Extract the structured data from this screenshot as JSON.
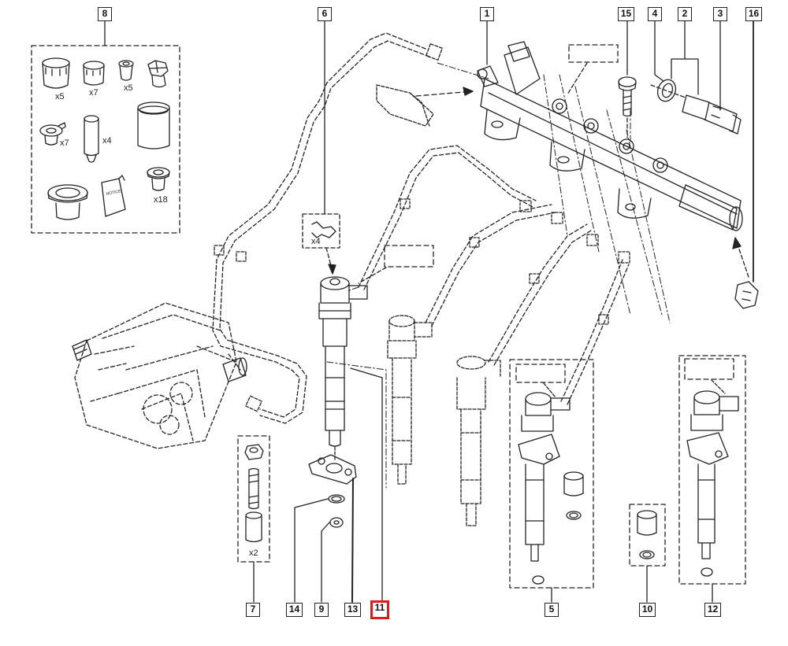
{
  "diagram": {
    "title": "Fuel injection system — common rail and injectors (exploded parts view)",
    "highlight_color": "#e01b1b",
    "line_color": "#222222",
    "selected_callout": "11",
    "callouts": [
      {
        "id": "1",
        "label": "1",
        "part": "fuel-rail"
      },
      {
        "id": "2",
        "label": "2",
        "part": "rail-pressure-sensor-set"
      },
      {
        "id": "3",
        "label": "3",
        "part": "rail-pressure-sensor"
      },
      {
        "id": "4",
        "label": "4",
        "part": "sensor-seal-washer"
      },
      {
        "id": "5",
        "label": "5",
        "part": "injector-kit-a"
      },
      {
        "id": "6",
        "label": "6",
        "part": "injector-retaining-clip"
      },
      {
        "id": "7",
        "label": "7",
        "part": "nut-stud-sleeve-kit"
      },
      {
        "id": "8",
        "label": "8",
        "part": "cap-and-seal-kit"
      },
      {
        "id": "9",
        "label": "9",
        "part": "injector-washer"
      },
      {
        "id": "10",
        "label": "10",
        "part": "sleeve-and-seal-ring-kit"
      },
      {
        "id": "11",
        "label": "11",
        "part": "injector"
      },
      {
        "id": "12",
        "label": "12",
        "part": "injector-kit-b"
      },
      {
        "id": "13",
        "label": "13",
        "part": "injector-clamp-flange"
      },
      {
        "id": "14",
        "label": "14",
        "part": "injector-o-ring"
      },
      {
        "id": "15",
        "label": "15",
        "part": "rail-bolt"
      },
      {
        "id": "16",
        "label": "16",
        "part": "rail-plug-cap"
      }
    ],
    "quantities": {
      "kit8": [
        "x5",
        "x7",
        "x5",
        "x7",
        "x4",
        "x18"
      ],
      "clip6": "x4",
      "kit7": "x2"
    },
    "manual_label": "NOTICE"
  }
}
